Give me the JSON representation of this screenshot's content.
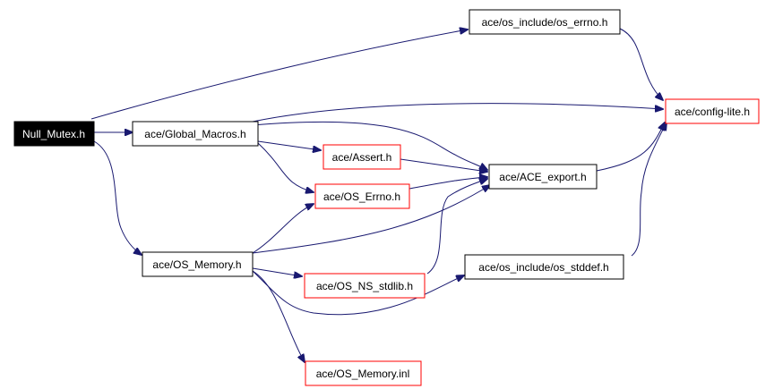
{
  "nodes": {
    "null_mutex": "Null_Mutex.h",
    "global_macros": "ace/Global_Macros.h",
    "os_memory": "ace/OS_Memory.h",
    "assert": "ace/Assert.h",
    "os_errno": "ace/OS_Errno.h",
    "os_ns_stdlib": "ace/OS_NS_stdlib.h",
    "os_memory_inl": "ace/OS_Memory.inl",
    "os_include_errno": "ace/os_include/os_errno.h",
    "ace_export": "ace/ACE_export.h",
    "os_include_stddef": "ace/os_include/os_stddef.h",
    "config_lite": "ace/config-lite.h"
  },
  "colors": {
    "edge": "#191970",
    "border_default": "#000000",
    "border_incomplete": "#ff0000",
    "root_fill": "#000000",
    "root_text": "#ffffff"
  }
}
